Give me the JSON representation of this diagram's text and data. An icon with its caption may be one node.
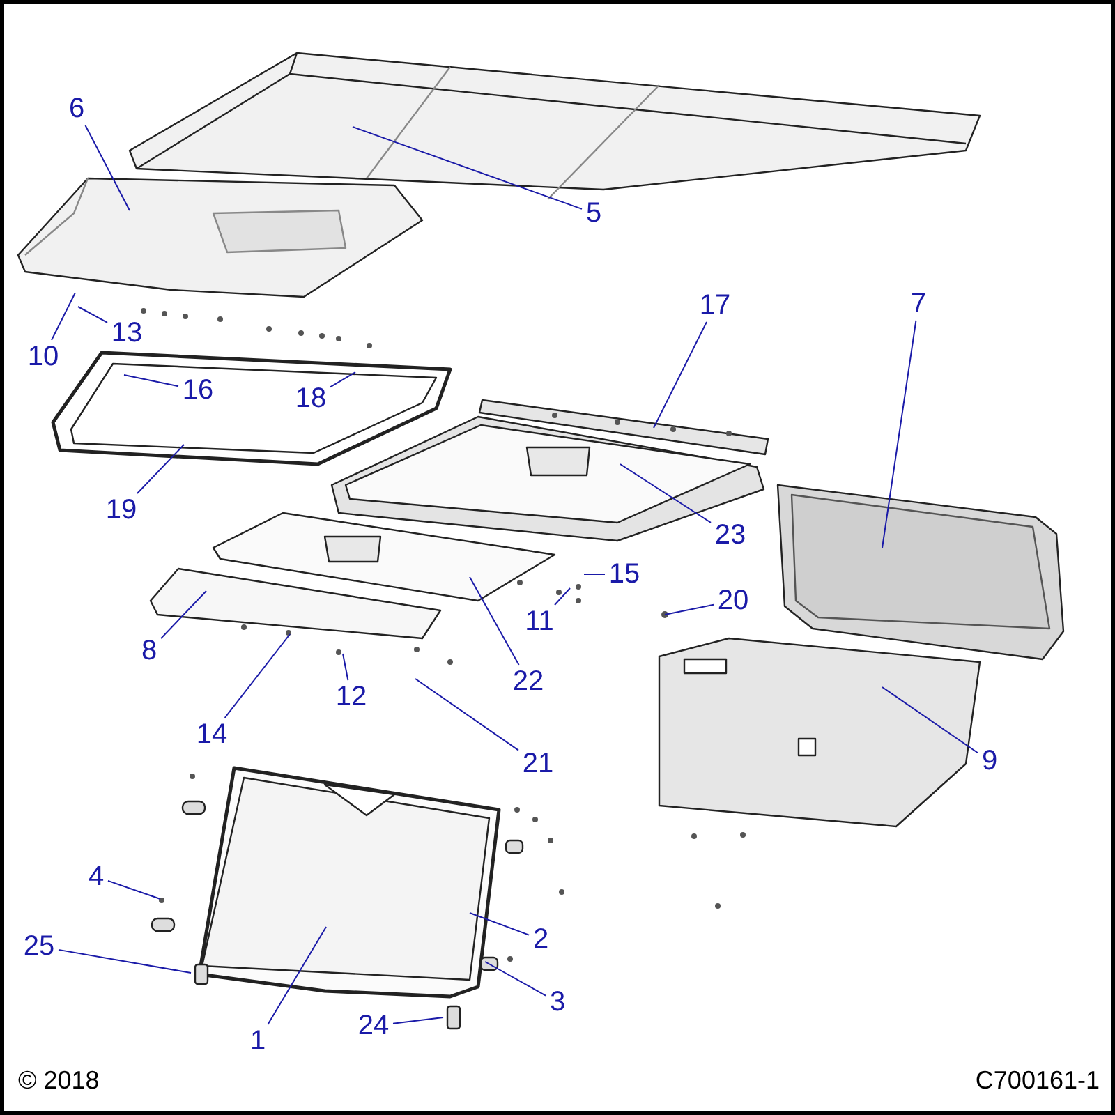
{
  "diagram": {
    "nodes": [
      {
        "text": [
          "6"
        ]
      },
      {
        "text": [
          "5"
        ]
      },
      {
        "text": [
          "13"
        ]
      },
      {
        "text": [
          "10"
        ]
      },
      {
        "text": [
          "16"
        ]
      },
      {
        "text": [
          "18"
        ]
      },
      {
        "text": [
          "17"
        ]
      },
      {
        "text": [
          "7"
        ]
      },
      {
        "text": [
          "19"
        ]
      },
      {
        "text": [
          "23"
        ]
      },
      {
        "text": [
          "15"
        ]
      },
      {
        "text": [
          "20"
        ]
      },
      {
        "text": [
          "11"
        ]
      },
      {
        "text": [
          "22"
        ]
      },
      {
        "text": [
          "8"
        ]
      },
      {
        "text": [
          "14"
        ]
      },
      {
        "text": [
          "12"
        ]
      },
      {
        "text": [
          "21"
        ]
      },
      {
        "text": [
          "9"
        ]
      },
      {
        "text": [
          "4"
        ]
      },
      {
        "text": [
          "25"
        ]
      },
      {
        "text": [
          "2"
        ]
      },
      {
        "text": [
          "3"
        ]
      },
      {
        "text": [
          "1"
        ]
      },
      {
        "text": [
          "24"
        ]
      }
    ],
    "edges": [
      {
        "from": 0,
        "to": null,
        "arrow": "none"
      },
      {
        "from": 1,
        "to": null,
        "arrow": "none"
      },
      {
        "from": 2,
        "to": null,
        "arrow": "none"
      },
      {
        "from": 3,
        "to": null,
        "arrow": "none"
      },
      {
        "from": 4,
        "to": null,
        "arrow": "none"
      },
      {
        "from": 5,
        "to": null,
        "arrow": "none"
      },
      {
        "from": 6,
        "to": null,
        "arrow": "none"
      },
      {
        "from": 7,
        "to": null,
        "arrow": "none"
      },
      {
        "from": 8,
        "to": null,
        "arrow": "none"
      },
      {
        "from": 9,
        "to": null,
        "arrow": "none"
      },
      {
        "from": 10,
        "to": null,
        "arrow": "none"
      },
      {
        "from": 11,
        "to": null,
        "arrow": "none"
      },
      {
        "from": 12,
        "to": null,
        "arrow": "none"
      },
      {
        "from": 13,
        "to": null,
        "arrow": "none"
      },
      {
        "from": 14,
        "to": null,
        "arrow": "none"
      },
      {
        "from": 15,
        "to": null,
        "arrow": "none"
      },
      {
        "from": 16,
        "to": null,
        "arrow": "none"
      },
      {
        "from": 17,
        "to": null,
        "arrow": "none"
      },
      {
        "from": 18,
        "to": null,
        "arrow": "none"
      },
      {
        "from": 19,
        "to": null,
        "arrow": "none"
      },
      {
        "from": 20,
        "to": null,
        "arrow": "none"
      },
      {
        "from": 21,
        "to": null,
        "arrow": "none"
      },
      {
        "from": 22,
        "to": null,
        "arrow": "none"
      },
      {
        "from": 23,
        "to": null,
        "arrow": "none"
      },
      {
        "from": 24,
        "to": null,
        "arrow": "none"
      }
    ],
    "labels": [
      "© 2018",
      "C700161-1"
    ]
  }
}
